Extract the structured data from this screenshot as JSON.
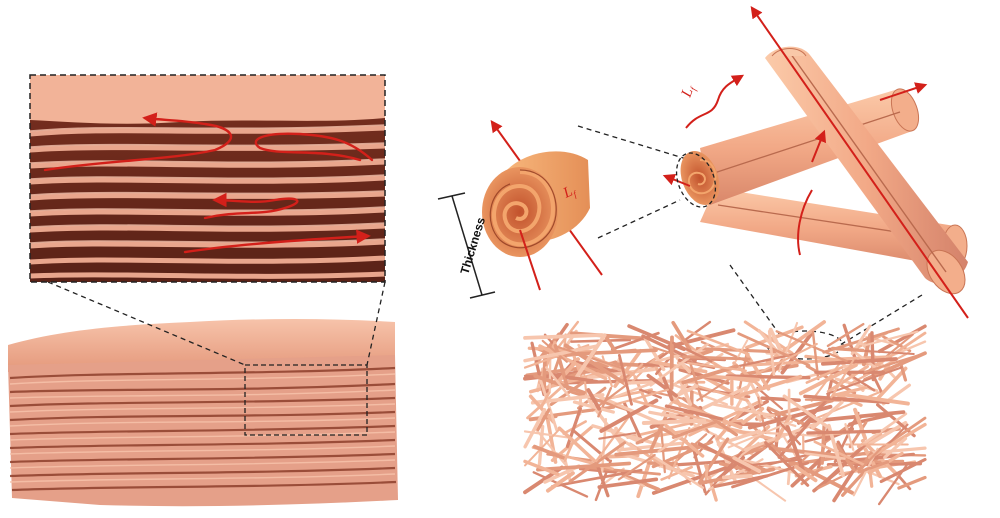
{
  "labels": {
    "thickness": "Thickness",
    "lf_main": "L",
    "lf_sub": "f"
  },
  "colors": {
    "accent_red": "#d3201a",
    "sheet_light": "#f2b196",
    "sheet_mid": "#e39c7f",
    "sheet_dark": "#6c2a1d",
    "roll_orange": "#f4a468",
    "fiber": "#e8a184"
  }
}
